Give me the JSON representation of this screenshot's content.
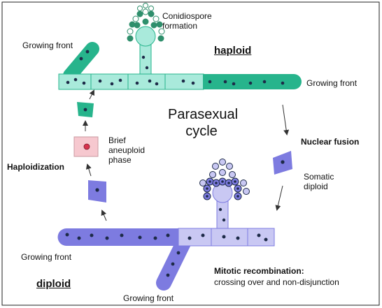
{
  "labels": {
    "conidiospore": [
      "Conidiospore",
      "formation"
    ],
    "growing_front_top_left": "Growing front",
    "haploid": "haploid",
    "growing_front_top_right": "Growing front",
    "center_title": [
      "Parasexual",
      "cycle"
    ],
    "nuclear_fusion": "Nuclear fusion",
    "somatic_diploid": [
      "Somatic",
      "diploid"
    ],
    "brief_aneuploid": [
      "Brief",
      "aneuploid",
      "phase"
    ],
    "haploidization": "Haploidization",
    "growing_front_bottom_left": "Growing front",
    "diploid": "diploid",
    "growing_front_bottom": "Growing front",
    "mitotic_recombination": "Mitotic recombination:",
    "crossing_over": "crossing over and non-disjunction"
  },
  "colors": {
    "haploid_light": "#a9eadb",
    "haploid_dark": "#27b48c",
    "haploid_spore": "#2f8f6c",
    "diploid_light": "#c9c8f3",
    "diploid_dark": "#7d7be0",
    "nucleus": "#1d2a48",
    "aneuploid": "#f6c8cf",
    "aneuploid_nucleus": "#d8334e",
    "arrow": "#333333"
  }
}
